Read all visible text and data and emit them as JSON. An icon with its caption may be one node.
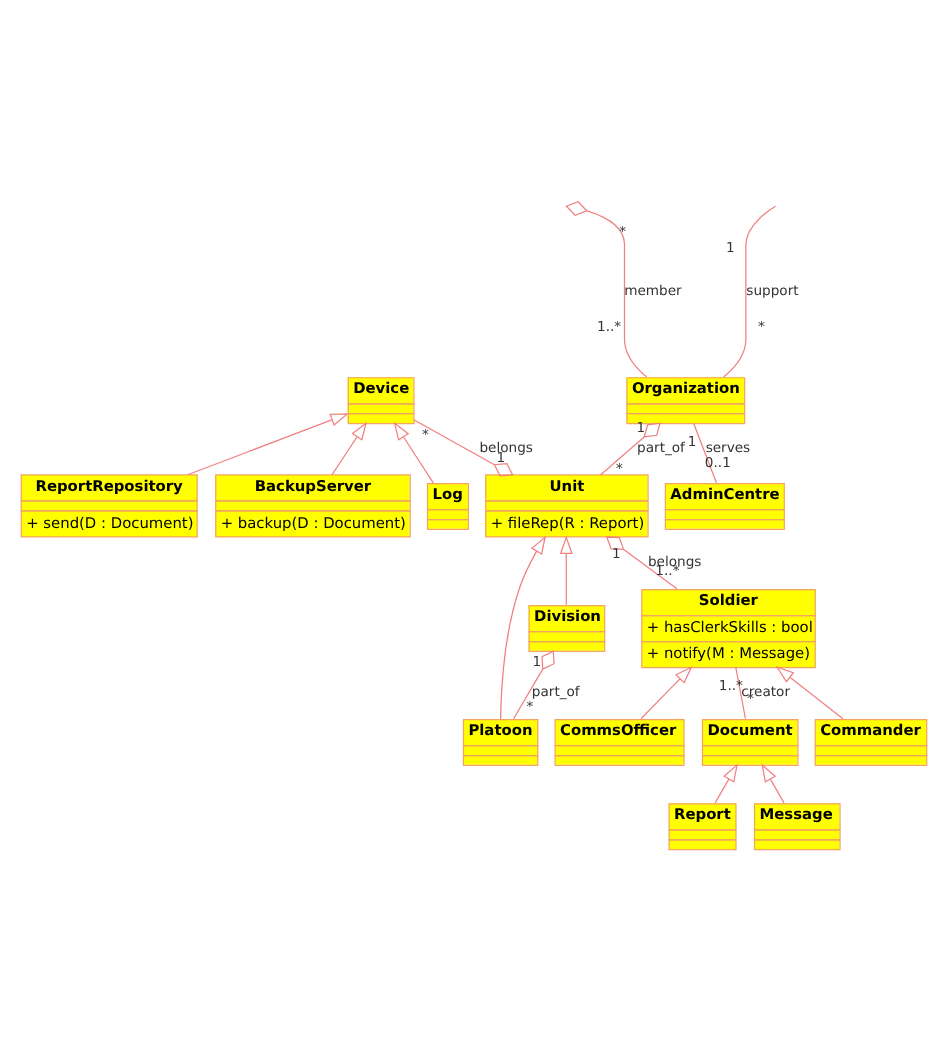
{
  "diagram": {
    "nodes": [
      {
        "text": [
          "AdminCentre"
        ]
      },
      {
        "text": [
          "Organization"
        ]
      },
      {
        "text": [
          "Device"
        ]
      },
      {
        "text": [
          "Log"
        ]
      },
      {
        "text": [
          "Unit",
          "+ fileRep(R : Report)"
        ]
      },
      {
        "text": [
          "ReportRepository",
          "+ send(D : Document)"
        ]
      },
      {
        "text": [
          "BackupServer",
          "+ backup(D : Document)"
        ]
      },
      {
        "text": [
          "Division"
        ]
      },
      {
        "text": [
          "Soldier",
          "+ hasClerkSkills : bool",
          "+ notify(M : Message)"
        ]
      },
      {
        "text": [
          "Platoon"
        ]
      },
      {
        "text": [
          "Document"
        ]
      },
      {
        "text": [
          "Commander"
        ]
      },
      {
        "text": [
          "CommsOfficer"
        ]
      },
      {
        "text": [
          "Report"
        ]
      },
      {
        "text": [
          "Message"
        ]
      }
    ],
    "edges": [
      {
        "from": null,
        "to": 1,
        "arrow": "other",
        "label": "member"
      },
      {
        "from": 1,
        "to": null,
        "arrow": "none",
        "label": "support"
      },
      {
        "from": 1,
        "to": 0,
        "arrow": "none",
        "label": "serves"
      },
      {
        "from": 1,
        "to": 4,
        "arrow": "other",
        "label": "part_of"
      },
      {
        "from": 4,
        "to": 2,
        "arrow": "other",
        "label": "belongs"
      },
      {
        "from": 6,
        "to": 2,
        "arrow": "to"
      },
      {
        "from": 5,
        "to": 2,
        "arrow": "to"
      },
      {
        "from": 3,
        "to": 2,
        "arrow": "to"
      },
      {
        "from": 4,
        "to": 8,
        "arrow": "other",
        "label": "belongs"
      },
      {
        "from": 7,
        "to": 4,
        "arrow": "to"
      },
      {
        "from": 9,
        "to": 4,
        "arrow": "to"
      },
      {
        "from": 7,
        "to": 9,
        "arrow": "other",
        "label": "part_of"
      },
      {
        "from": 11,
        "to": 8,
        "arrow": "to"
      },
      {
        "from": 12,
        "to": 8,
        "arrow": "to"
      },
      {
        "from": 8,
        "to": 10,
        "arrow": "none",
        "label": "creator"
      },
      {
        "from": 13,
        "to": 10,
        "arrow": "to"
      },
      {
        "from": 14,
        "to": 10,
        "arrow": "to"
      }
    ],
    "labels": [
      "*",
      "1",
      "0..1",
      "1..*",
      "*",
      "1",
      "*",
      "1",
      "1",
      "*",
      "1",
      "1..*",
      "1",
      "*",
      "1..*",
      "*"
    ]
  }
}
